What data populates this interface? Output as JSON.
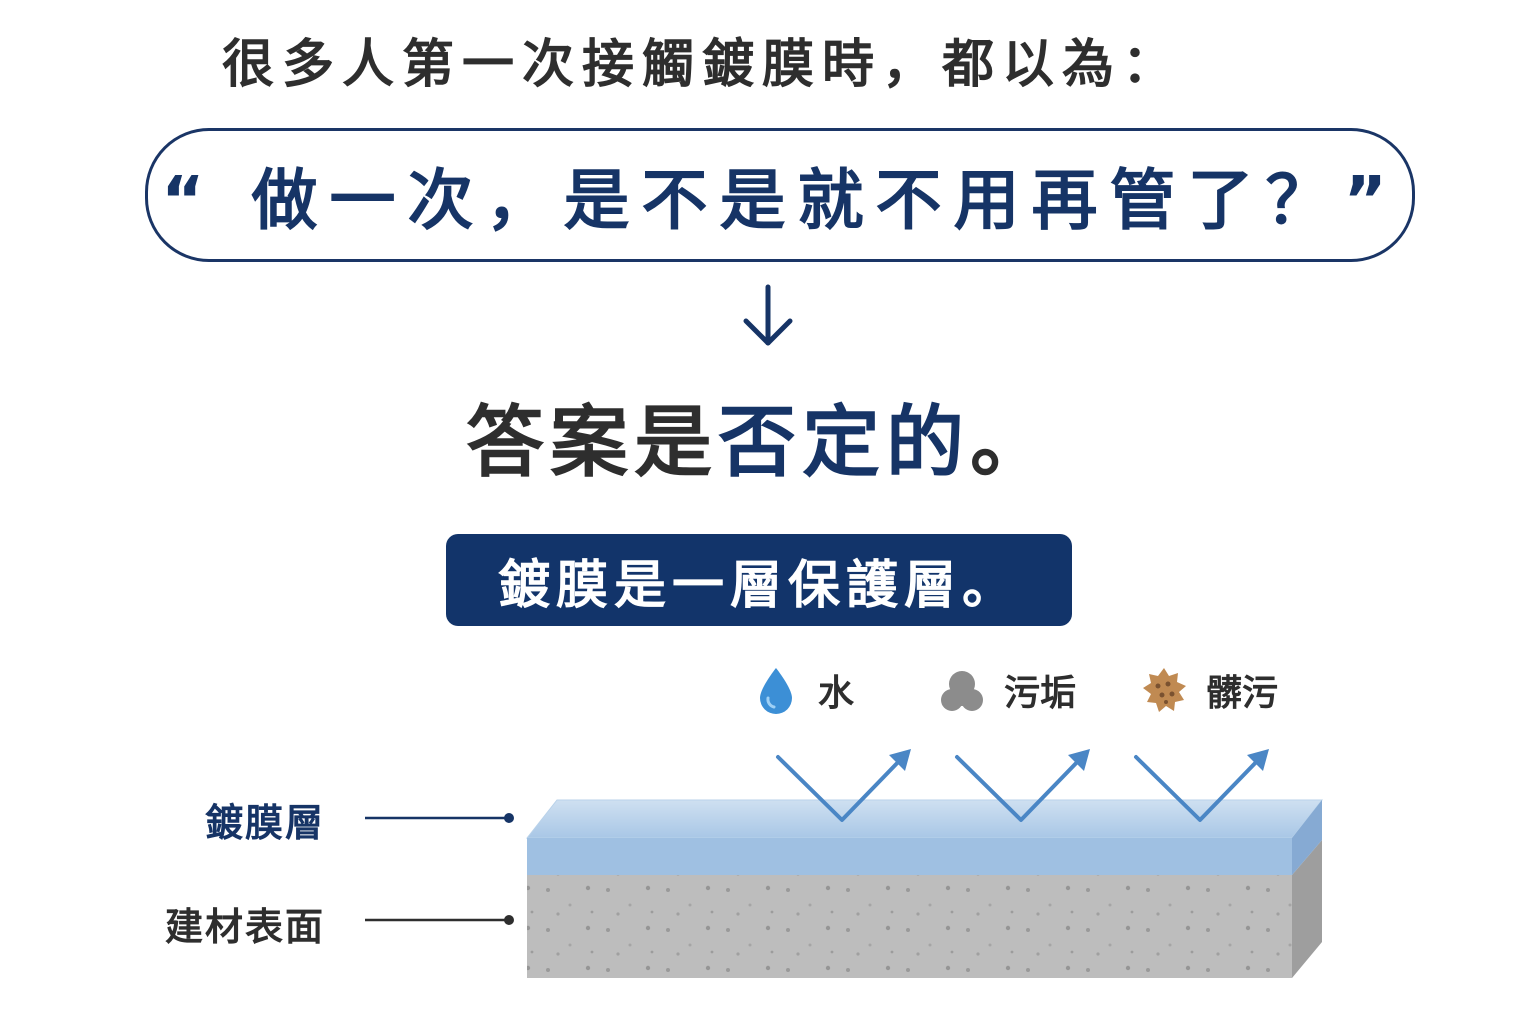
{
  "intro_text": "很多人第一次接觸鍍膜時，都以為：",
  "question_text": "“ 做一次，是不是就不用再管了？”",
  "answer": {
    "part1": "答案是",
    "part2": "否定的",
    "part3": "。"
  },
  "banner_text": "鍍膜是一層保護層。",
  "legend": [
    {
      "icon": "water-drop-icon",
      "label": "水"
    },
    {
      "icon": "dirt-icon",
      "label": "污垢"
    },
    {
      "icon": "grime-icon",
      "label": "髒污"
    }
  ],
  "layers": {
    "coating_label": "鍍膜層",
    "base_label": "建材表面"
  },
  "colors": {
    "navy": "#163466",
    "coating": "#9fc0e2",
    "coating_top": "#cfe0f1",
    "base": "#bdbdbd",
    "arrow": "#4a86c5",
    "water": "#3c8fd6",
    "dirt": "#8c8c8c",
    "grime": "#c08a52"
  }
}
